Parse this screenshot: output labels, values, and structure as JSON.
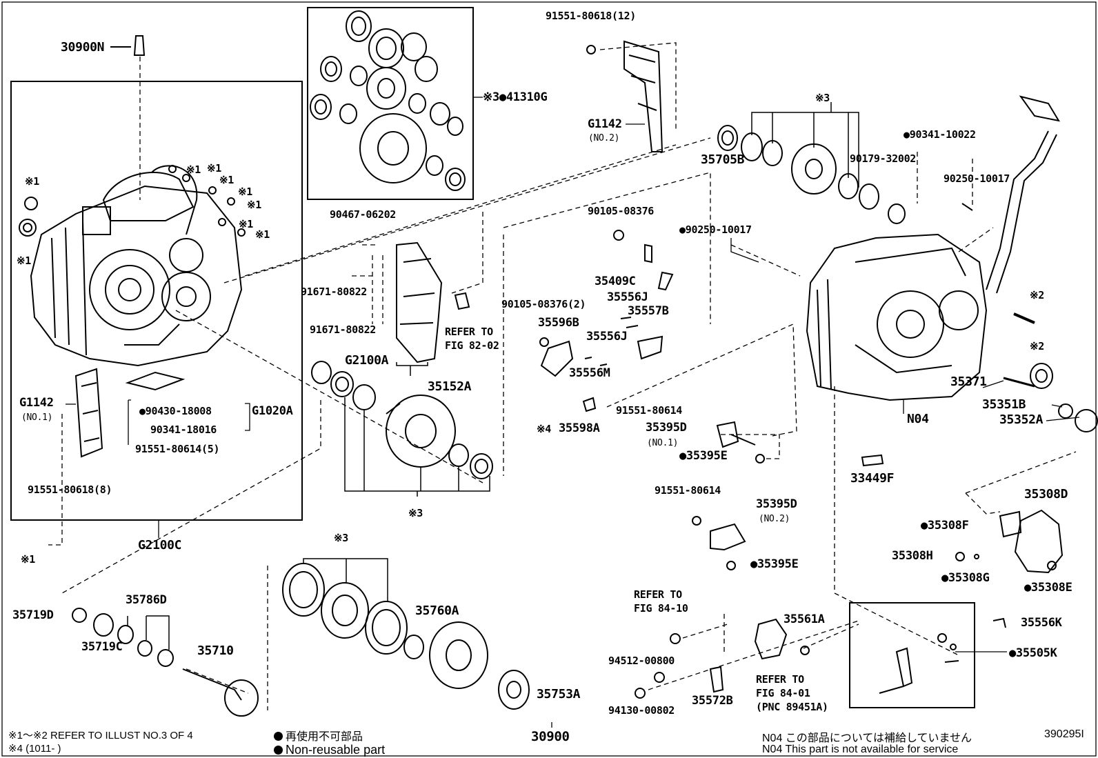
{
  "part_labels": {
    "p30900N": "30900N",
    "p41310G": "※3●41310G",
    "p91551_80618_12": "91551-80618(12)",
    "pG1142_no2": "G1142",
    "no2_a": "(NO.2)",
    "p35705B": "35705B",
    "note3_top": "※3",
    "p90341_10022": "●90341-10022",
    "p90179_32002": "90179-32002",
    "p90250_10017_r": "90250-10017",
    "p90467_06202": "90467-06202",
    "p90105_08376": "90105-08376",
    "p90250_10017_m": "●90250-10017",
    "p91671_80822_a": "91671-80822",
    "p35409C": "35409C",
    "p35556J_a": "35556J",
    "p35557B": "35557B",
    "p90105_08376_2": "90105-08376(2)",
    "p35596B": "35596B",
    "p35556J_b": "35556J",
    "p91671_80822_b": "91671-80822",
    "refer_to_a": "REFER TO",
    "fig_82_02": "FIG 82-02",
    "pG2100A": "G2100A",
    "p35556M": "35556M",
    "p35152A": "35152A",
    "note2_a": "※2",
    "note2_b": "※2",
    "p35371": "35371",
    "p35351B": "35351B",
    "p35352A": "35352A",
    "pN04": "N04",
    "pG1142_no1": "G1142",
    "no1_a": "(NO.1)",
    "p90430_18008": "●90430-18008",
    "pG1020A": "G1020A",
    "p90341_18016": "90341-18016",
    "p91551_80614_5": "91551-80614(5)",
    "p91551_80618_8": "91551-80618(8)",
    "note4": "※4",
    "p35598A": "35598A",
    "p91551_80614_a": "91551-80614",
    "p35395D_1": "35395D",
    "no1_b": "(NO.1)",
    "p35395E_a": "●35395E",
    "p33449F": "33449F",
    "note3_mid": "※3",
    "pG2100C": "G2100C",
    "note1_bl": "※1",
    "p91551_80614_b": "91551-80614",
    "p35395D_2": "35395D",
    "no2_b": "(NO.2)",
    "p35395E_b": "●35395E",
    "p35308D": "35308D",
    "p35308F": "●35308F",
    "p35308H": "35308H",
    "p35308G": "●35308G",
    "p35308E": "●35308E",
    "p35719D": "35719D",
    "p35786D": "35786D",
    "note3_bot": "※3",
    "p35760A": "35760A",
    "refer_to_b": "REFER TO",
    "fig_84_10": "FIG 84-10",
    "p35561A": "35561A",
    "p35556K": "35556K",
    "p35505K": "●35505K",
    "p35719C": "35719C",
    "p35710": "35710",
    "p94512_00800": "94512-00800",
    "refer_to_c": "REFER TO",
    "fig_84_01": "FIG 84-01",
    "pnc": "(PNC 89451A)",
    "p35753A": "35753A",
    "p94130_00802": "94130-00802",
    "p35572B": "35572B",
    "p30900": "30900",
    "n1_a": "※1",
    "n1_b": "※1",
    "n1_c": "※1",
    "n1_d": "※1",
    "n1_e": "※1",
    "n1_f": "※1",
    "n1_g": "※1",
    "n1_h": "※1",
    "n1_i": "※1"
  },
  "footer": {
    "note_refer": "※1～※2 REFER TO ILLUST NO.3 OF 4",
    "note_4": "※4 (1011-      )",
    "legend_jp": "再使用不可部品",
    "legend_en": "Non-reusable part",
    "n04_jp": "N04  この部品については補給していません",
    "n04_en": "N04  This part is not available for service",
    "drawing_no": "390295I"
  },
  "colors": {
    "line": "#000000",
    "background": "#ffffff"
  }
}
